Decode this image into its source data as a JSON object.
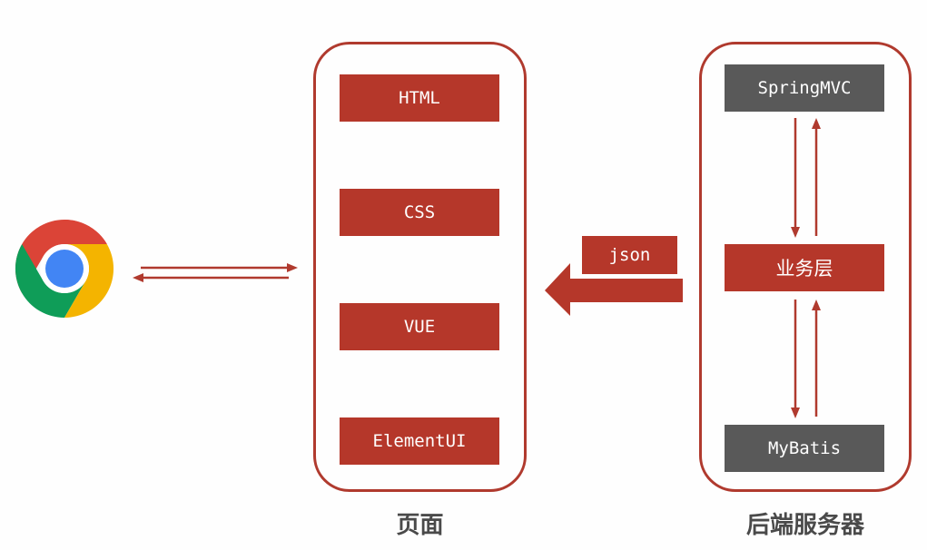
{
  "colors": {
    "accent": "#b03a2e",
    "box_red": "#b5372a",
    "box_gray": "#595959",
    "caption": "#4a4a4a"
  },
  "browser": {
    "icon": "chrome-icon"
  },
  "frontend": {
    "caption": "页面",
    "items": [
      "HTML",
      "CSS",
      "VUE",
      "ElementUI"
    ]
  },
  "backend": {
    "caption": "后端服务器",
    "springmvc": "SpringMVC",
    "service": "业务层",
    "mybatis": "MyBatis"
  },
  "transfer": {
    "label": "json"
  }
}
